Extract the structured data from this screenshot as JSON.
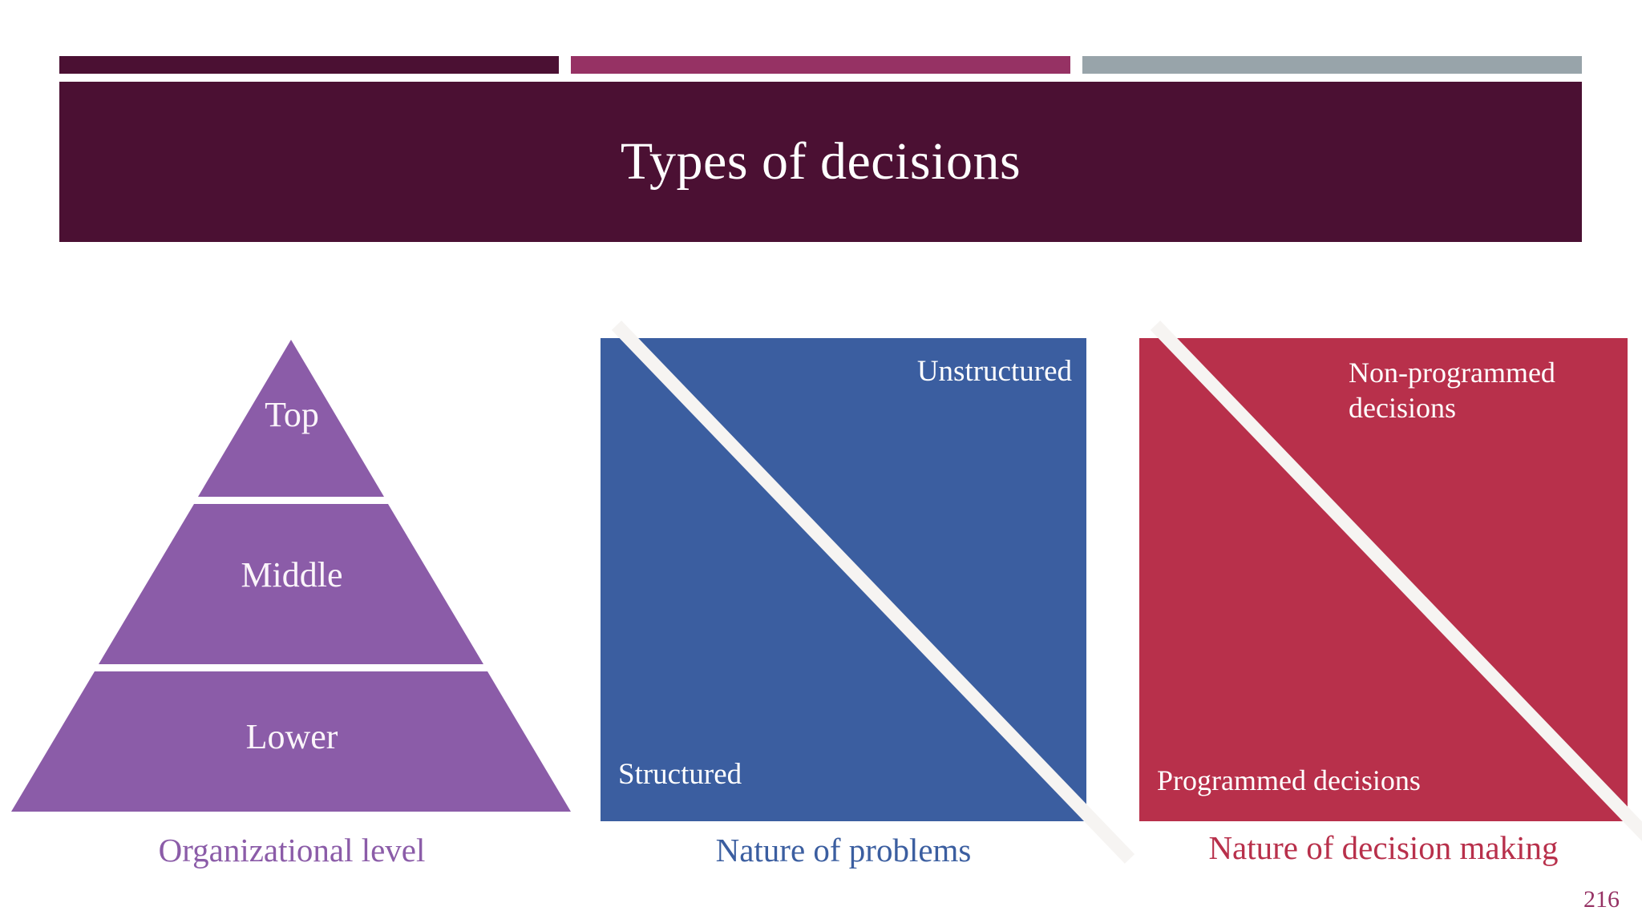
{
  "slide": {
    "title": "Types of decisions",
    "page_number": "216",
    "background_color": "#FFFFFF"
  },
  "accent_bars": [
    {
      "name": "bar-dark-plum",
      "color": "#4B1033"
    },
    {
      "name": "bar-magenta",
      "color": "#963264"
    },
    {
      "name": "bar-gray",
      "color": "#98A4AA"
    }
  ],
  "title_bar": {
    "color": "#4B1033",
    "text_color": "#FFFFFF"
  },
  "diagrams": {
    "pyramid": {
      "caption": "Organizational level",
      "caption_color": "#8B5CA8",
      "fill_color": "#8B5CA8",
      "levels": [
        {
          "label": "Top"
        },
        {
          "label": "Middle"
        },
        {
          "label": "Lower"
        }
      ]
    },
    "problems": {
      "caption": "Nature of problems",
      "caption_color": "#3B5EA0",
      "fill_color": "#3B5EA0",
      "top_right_label": "Unstructured",
      "bottom_left_label": "Structured"
    },
    "decision_making": {
      "caption": "Nature of decision making",
      "caption_color": "#B8304B",
      "fill_color": "#B8304B",
      "top_right_label": "Non-programmed decisions",
      "bottom_left_label": "Programmed decisions"
    }
  }
}
